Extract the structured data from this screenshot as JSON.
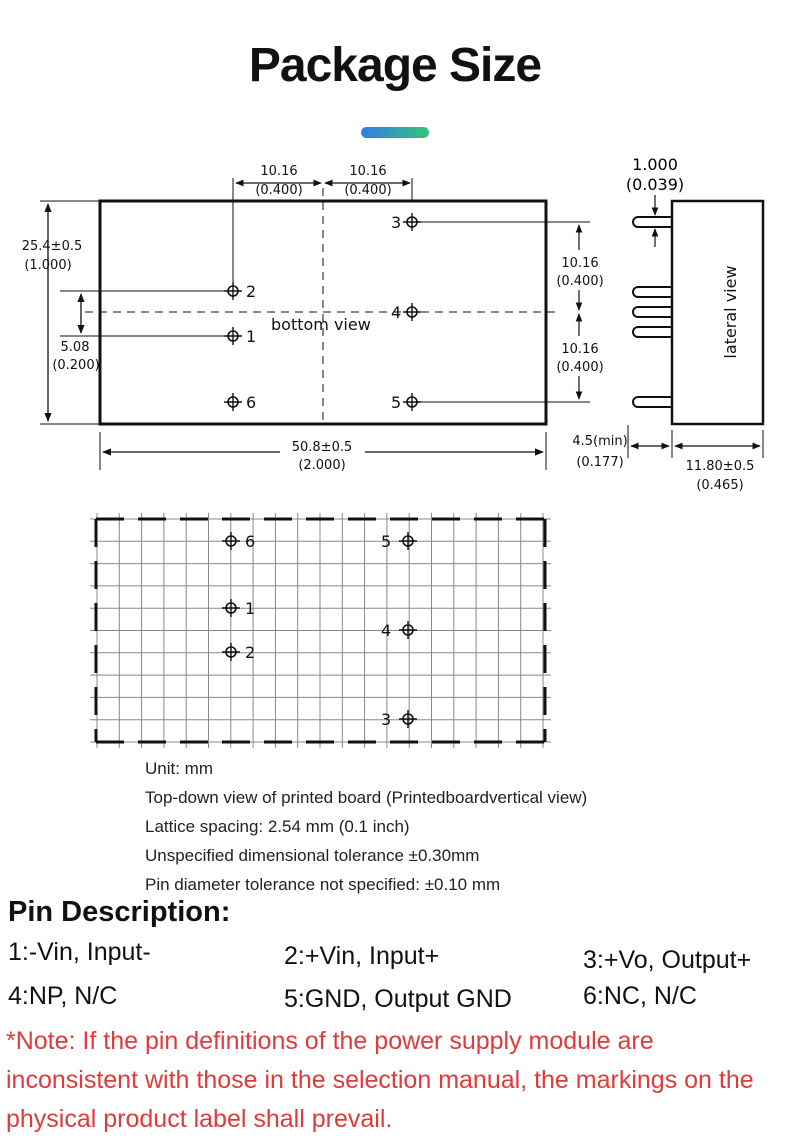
{
  "title": "Package Size",
  "accent_colors": [
    "#2f7fe6",
    "#33c27a"
  ],
  "diagram": {
    "dim_top_left": "10.16",
    "dim_top_left_in": "(0.400)",
    "dim_top_right": "10.16",
    "dim_top_right_in": "(0.400)",
    "dim_height": "25.4±0.5",
    "dim_height_in": "(1.000)",
    "dim_pin_gap": "5.08",
    "dim_pin_gap_in": "(0.200)",
    "dim_right_upper": "10.16",
    "dim_right_upper_in": "(0.400)",
    "dim_right_lower": "10.16",
    "dim_right_lower_in": "(0.400)",
    "dim_width": "50.8±0.5",
    "dim_width_in": "(2.000)",
    "bottom_view_label": "bottom view",
    "pin_labels": {
      "p1": "1",
      "p2": "2",
      "p3": "3",
      "p4": "4",
      "p5": "5",
      "p6": "6"
    },
    "lateral_label": "lateral view",
    "dim_lateral_top": "1.000",
    "dim_lateral_top_in": "(0.039)",
    "dim_pin_len": "4.5(min)",
    "dim_pin_len_in": "(0.177)",
    "dim_depth": "11.80±0.5",
    "dim_depth_in": "(0.465)"
  },
  "grid": {
    "pin_labels": {
      "p1": "1",
      "p2": "2",
      "p3": "3",
      "p4": "4",
      "p5": "5",
      "p6": "6"
    }
  },
  "notes": [
    "Unit: mm",
    "Top-down view of printed board (Printedboardvertical view)",
    "Lattice spacing: 2.54 mm (0.1 inch)",
    "Unspecified dimensional tolerance ±0.30mm",
    "Pin diameter tolerance not specified: ±0.10 mm"
  ],
  "pin_description": {
    "heading": "Pin Description:",
    "pins": [
      "1:-Vin, Input-",
      "2:+Vin, Input+",
      "3:+Vo, Output+",
      "4:NP, N/C",
      "5:GND, Output GND",
      "6:NC, N/C"
    ]
  },
  "note": "*Note: If the pin definitions of the power supply module are inconsistent with those in the selection manual, the markings on the physical product label shall prevail.",
  "note_color": "#e03a3a"
}
